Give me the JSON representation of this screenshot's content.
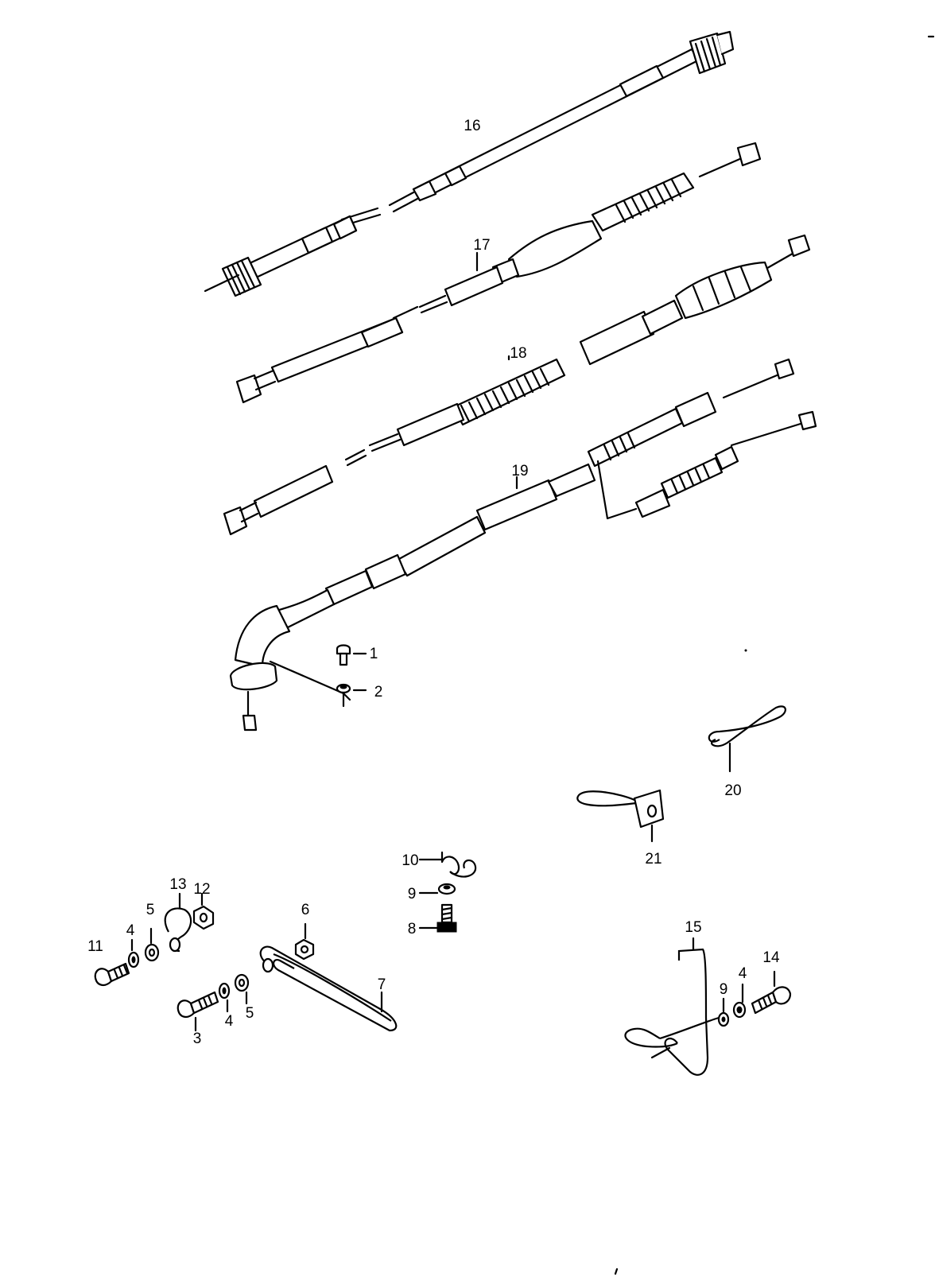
{
  "labels": {
    "p1": "1",
    "p2": "2",
    "p3": "3",
    "p4a": "4",
    "p4b": "4",
    "p4c": "4",
    "p5a": "5",
    "p5b": "5",
    "p6": "6",
    "p7": "7",
    "p8": "8",
    "p9a": "9",
    "p9b": "9",
    "p10": "10",
    "p11": "11",
    "p12": "12",
    "p13": "13",
    "p14": "14",
    "p15": "15",
    "p16": "16",
    "p17": "17",
    "p18": "18",
    "p19": "19",
    "p20": "20",
    "p21": "21"
  }
}
